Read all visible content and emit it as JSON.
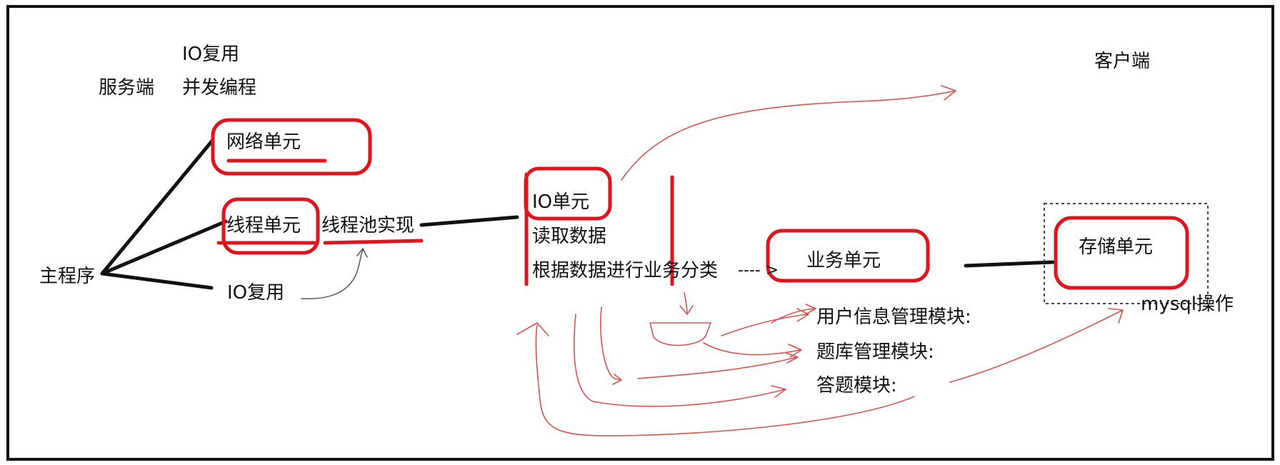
{
  "colors": {
    "frame": "#111111",
    "ink": "#111111",
    "red_mark": "#e0141e",
    "red_arrow": "#d9534f",
    "gray_arrow": "#555555",
    "dotted_box": "#444444"
  },
  "labels": {
    "io_multiplex_top": "IO复用",
    "server": "服务端",
    "concurrency": "并发编程",
    "client": "客户端",
    "network_unit": "网络单元",
    "thread_unit": "线程单元",
    "thread_pool": "线程池实现",
    "io_multiplex": "IO复用",
    "main_program": "主程序",
    "io_unit": "IO单元",
    "read_data": "读取数据",
    "classify": "根据数据进行业务分类",
    "classify_arrow": "---- >",
    "business_unit": "业务单元",
    "storage_unit": "存储单元",
    "mysql_op": "mysql操作",
    "user_module": "用户信息管理模块:",
    "question_bank_module": "题库管理模块:",
    "answer_module": "答题模块:"
  }
}
